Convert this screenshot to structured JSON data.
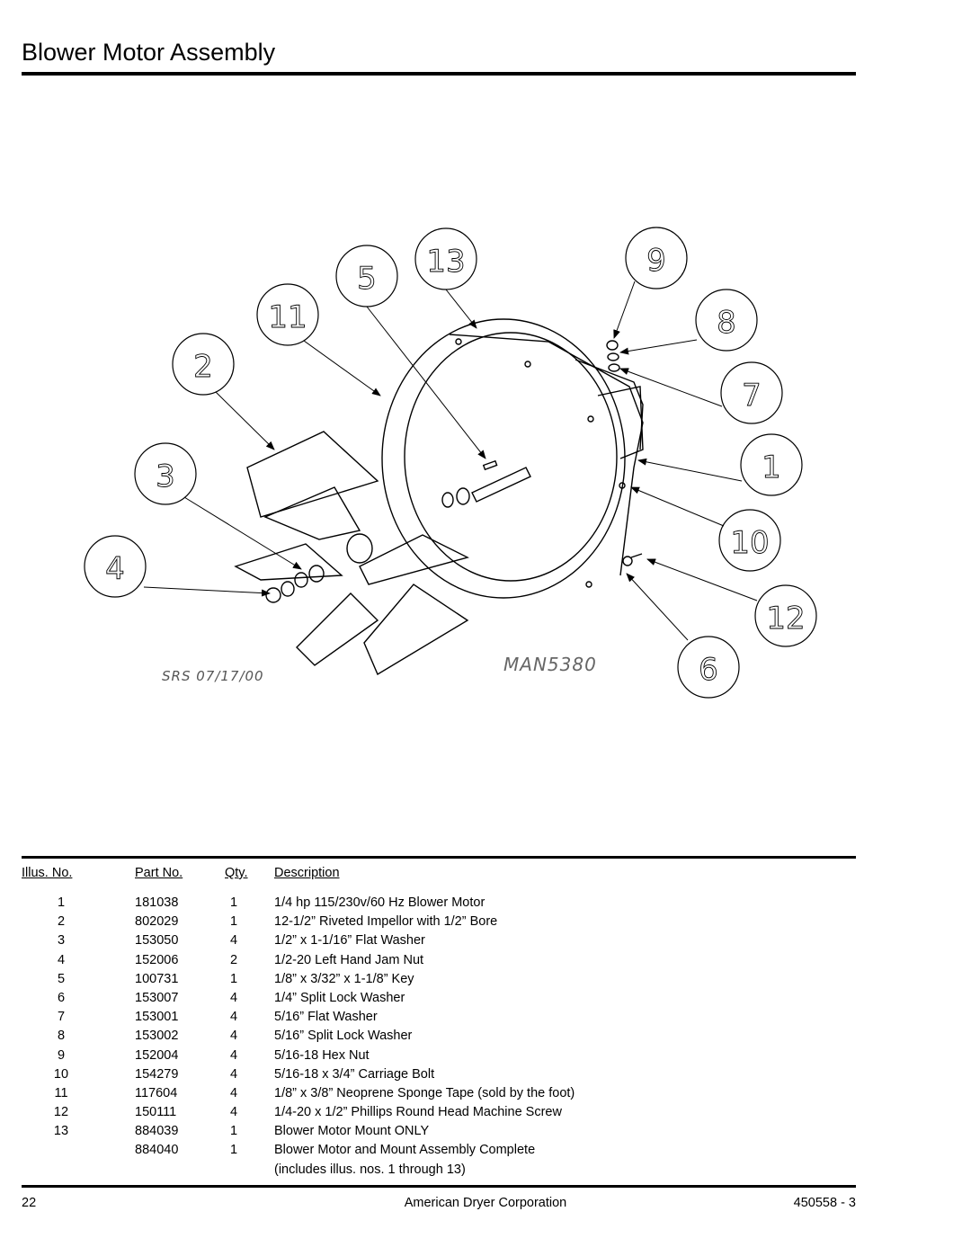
{
  "page": {
    "title": "Blower Motor Assembly",
    "drawing_author": "SRS 07/17/00",
    "drawing_number": "MAN5380",
    "callouts": [
      "1",
      "2",
      "3",
      "4",
      "5",
      "6",
      "7",
      "8",
      "9",
      "10",
      "11",
      "12",
      "13"
    ]
  },
  "table": {
    "headers": {
      "illus": "Illus. No.",
      "part": "Part No.",
      "qty": "Qty.",
      "desc": "Description"
    },
    "rows": [
      {
        "illus": "1",
        "part": "181038",
        "qty": "1",
        "desc": "1/4 hp 115/230v/60 Hz Blower Motor"
      },
      {
        "illus": "2",
        "part": "802029",
        "qty": "1",
        "desc": "12-1/2” Riveted Impellor with 1/2” Bore"
      },
      {
        "illus": "3",
        "part": "153050",
        "qty": "4",
        "desc": "1/2” x 1-1/16” Flat Washer"
      },
      {
        "illus": "4",
        "part": "152006",
        "qty": "2",
        "desc": "1/2-20 Left Hand Jam Nut"
      },
      {
        "illus": "5",
        "part": "100731",
        "qty": "1",
        "desc": "1/8” x 3/32” x 1-1/8” Key"
      },
      {
        "illus": "6",
        "part": "153007",
        "qty": "4",
        "desc": "1/4” Split Lock Washer"
      },
      {
        "illus": "7",
        "part": "153001",
        "qty": "4",
        "desc": "5/16” Flat Washer"
      },
      {
        "illus": "8",
        "part": "153002",
        "qty": "4",
        "desc": "5/16” Split Lock Washer"
      },
      {
        "illus": "9",
        "part": "152004",
        "qty": "4",
        "desc": "5/16-18 Hex Nut"
      },
      {
        "illus": "10",
        "part": "154279",
        "qty": "4",
        "desc": "5/16-18 x 3/4” Carriage Bolt"
      },
      {
        "illus": "11",
        "part": "117604",
        "qty": "4",
        "desc": "1/8” x 3/8” Neoprene Sponge Tape (sold by the foot)"
      },
      {
        "illus": "12",
        "part": "150111",
        "qty": "4",
        "desc": "1/4-20 x 1/2” Phillips Round Head Machine Screw"
      },
      {
        "illus": "13",
        "part": "884039",
        "qty": "1",
        "desc": "Blower Motor Mount ONLY"
      },
      {
        "illus": "",
        "part": "884040",
        "qty": "1",
        "desc": "Blower Motor and Mount Assembly Complete"
      },
      {
        "illus": "",
        "part": "",
        "qty": "",
        "desc": "(includes illus. nos. 1 through 13)"
      }
    ]
  },
  "footer": {
    "page_number": "22",
    "company": "American Dryer Corporation",
    "doc_number": "450558 - 3"
  }
}
